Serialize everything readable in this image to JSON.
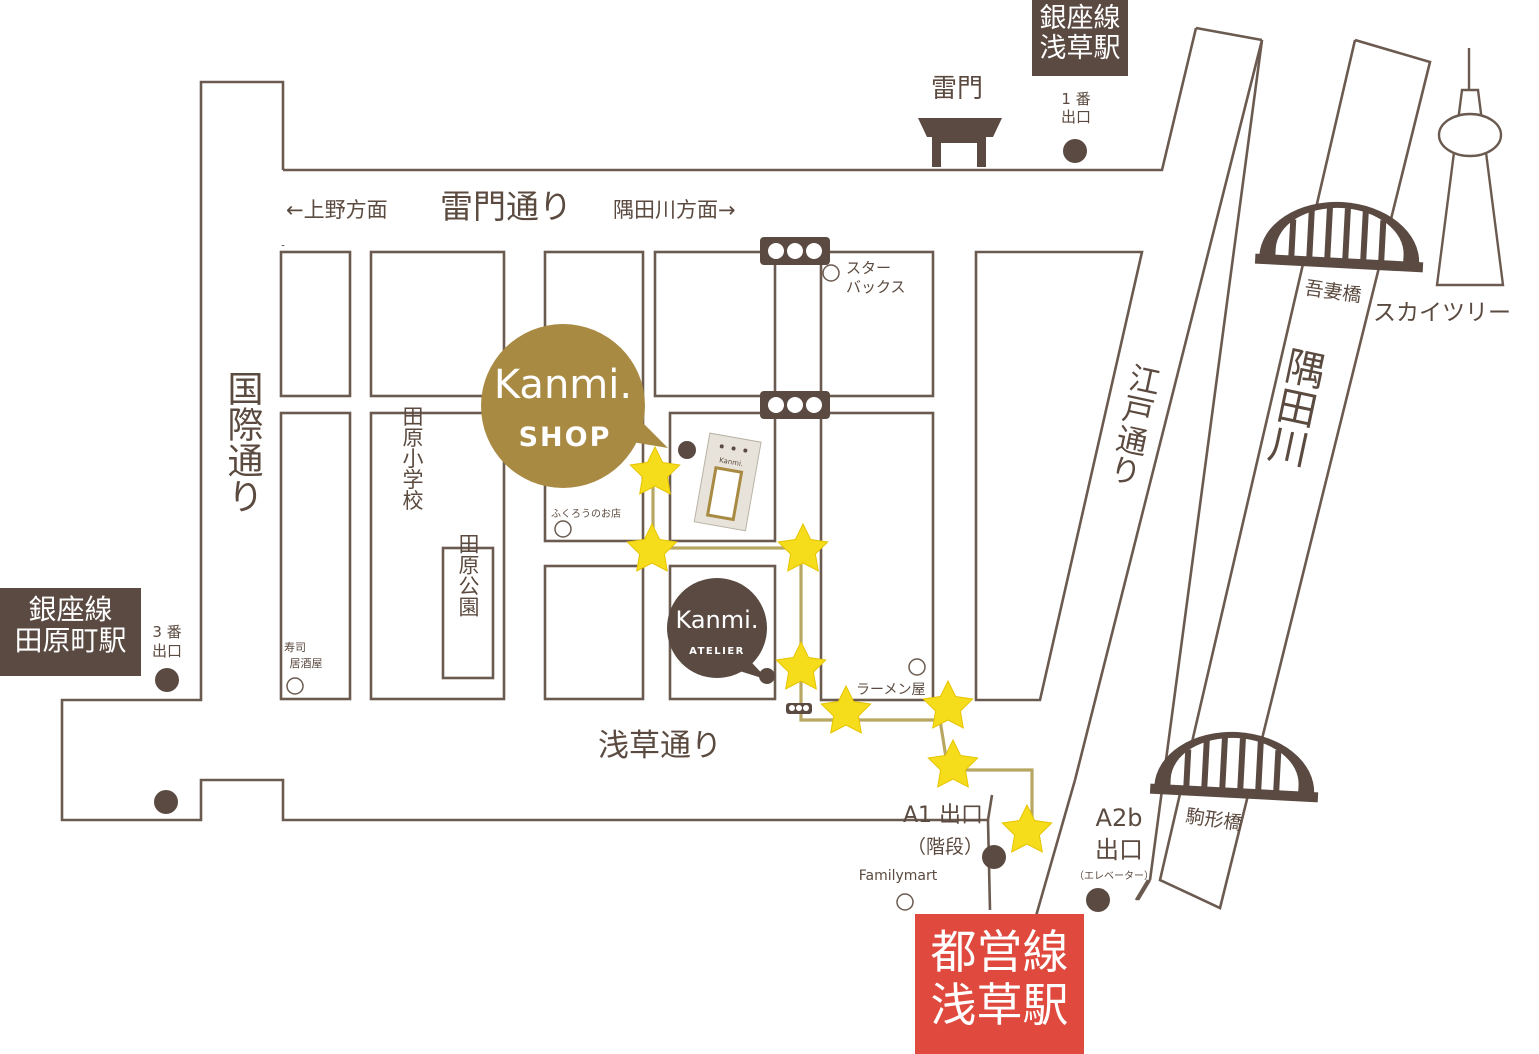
{
  "stations": {
    "ginza_asakusa": {
      "line1": "銀座線",
      "line2": "浅草駅",
      "exit1": "1 番",
      "exit2": "出口"
    },
    "ginza_tawaramachi": {
      "line1": "銀座線",
      "line2": "田原町駅",
      "exit1": "3 番",
      "exit2": "出口"
    },
    "toei_asakusa": {
      "line1": "都営線",
      "line2": "浅草駅"
    }
  },
  "landmarks": {
    "kaminarimon": "雷門",
    "skytree": "スカイツリー",
    "azumabashi": "吾妻橋",
    "komagatabashi": "駒形橋",
    "sumidagawa": "隅田川"
  },
  "streets": {
    "kaminarimon_dori": "雷門通り",
    "to_ueno": "←上野方面",
    "to_sumida": "隅田川方面→",
    "kokusai_dori": "国際通り",
    "edo_dori": "江戸通り",
    "asakusa_dori": "浅草通り"
  },
  "places": {
    "tawara_school": "田原小学校",
    "tawara_park": "田原公園",
    "starbucks1": "スター",
    "starbucks2": "バックス",
    "fukurou": "ふくろうのお店",
    "sushi1": "寿司",
    "sushi2": "居酒屋",
    "ramen": "ラーメン屋",
    "familymart": "Familymart"
  },
  "exits": {
    "a1": "A1 出口",
    "a1_note": "（階段）",
    "a2b_1": "A2b",
    "a2b_2": "出口",
    "a2b_note": "（エレベーター）"
  },
  "shops": {
    "shop_brand": "Kanmi.",
    "shop_sub": "SHOP",
    "shop_color": "#a88a43",
    "atelier_brand": "Kanmi.",
    "atelier_sub": "ATELIER",
    "atelier_color": "#5a4a42",
    "building_logo": "Kanmi."
  },
  "colors": {
    "road": "#6b5a50",
    "route": "#b8a763",
    "star": "#f6dd1c",
    "label_box": "#5a4a42",
    "toei_box": "#e0493d"
  }
}
